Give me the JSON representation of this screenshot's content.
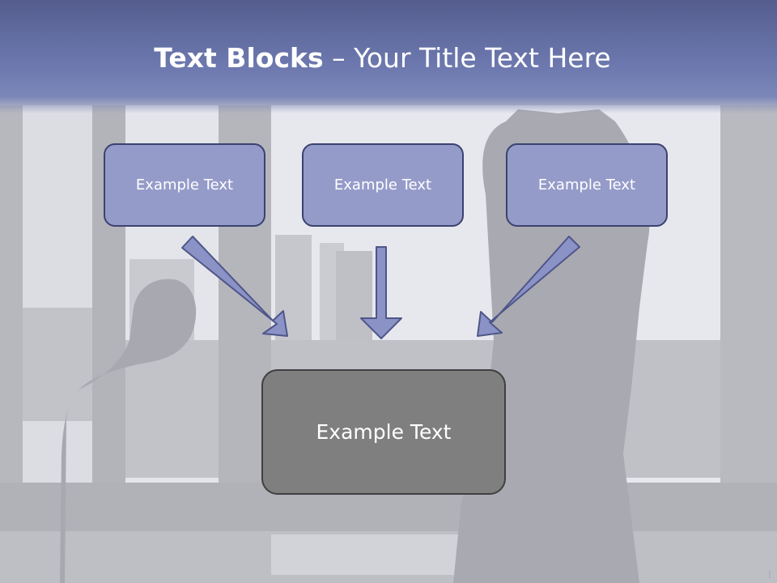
{
  "slide": {
    "title_bold": "Text Blocks",
    "title_separator": " – ",
    "title_rest": "Your Title Text Here"
  },
  "blocks": {
    "top": [
      "Example Text",
      "Example Text",
      "Example Text"
    ],
    "bottom": "Example Text"
  },
  "colors": {
    "header": "#6b77ad",
    "small_box_fill": "#959bc9",
    "small_box_border": "#3b4270",
    "big_box_fill": "#7f7f7f",
    "arrow_fill": "#8a92c6",
    "arrow_stroke": "#4f5688"
  }
}
